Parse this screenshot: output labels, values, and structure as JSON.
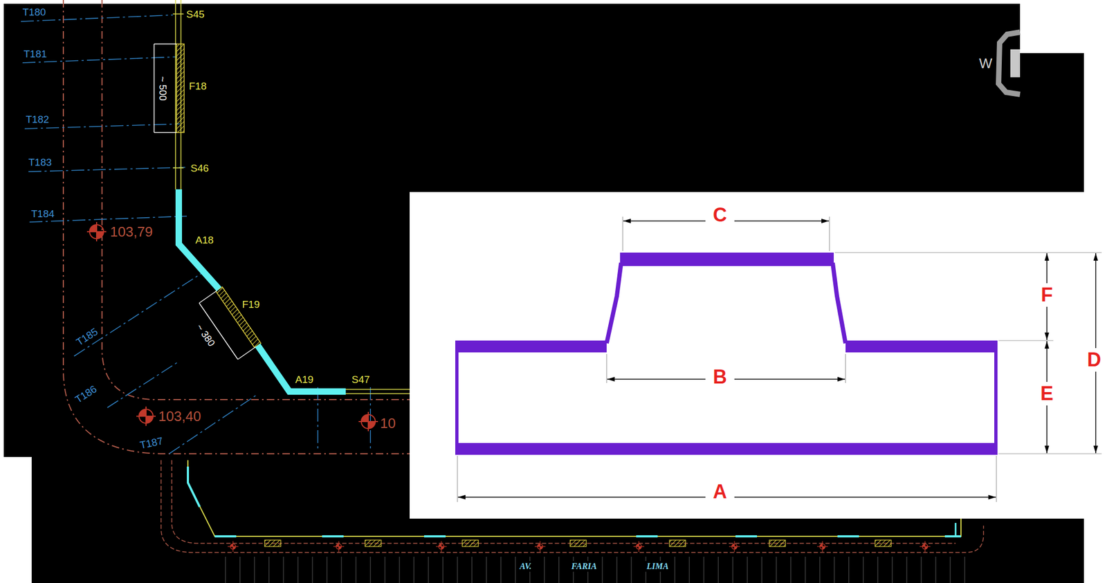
{
  "diagram": {
    "labels": [
      "T180",
      "T181",
      "T182",
      "T183",
      "T184",
      "T185",
      "T186",
      "T187",
      "S45",
      "F18",
      "~ 500",
      "S46",
      "A18",
      "103,79",
      "F19",
      "~ 380",
      "A19",
      "S47",
      "103,40",
      "10",
      "W",
      "C",
      "F",
      "D",
      "B",
      "E",
      "A",
      "AV.",
      "FARIA",
      "LIMA"
    ]
  }
}
